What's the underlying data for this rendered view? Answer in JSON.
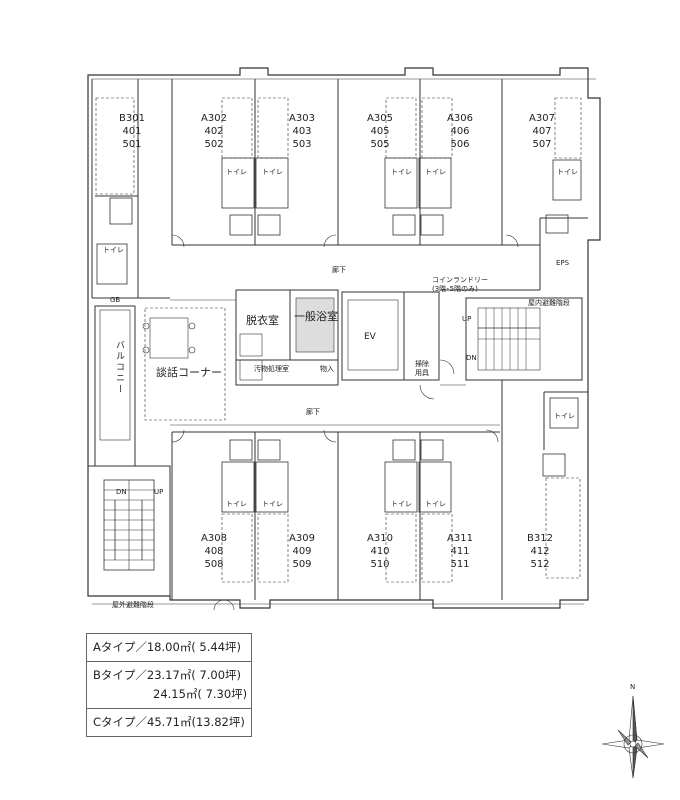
{
  "units": {
    "north_row": [
      {
        "type_unit": "B301",
        "floor4": "401",
        "floor5": "501"
      },
      {
        "type_unit": "A302",
        "floor4": "402",
        "floor5": "502"
      },
      {
        "type_unit": "A303",
        "floor4": "403",
        "floor5": "503"
      },
      {
        "type_unit": "A305",
        "floor4": "405",
        "floor5": "505"
      },
      {
        "type_unit": "A306",
        "floor4": "406",
        "floor5": "506"
      },
      {
        "type_unit": "A307",
        "floor4": "407",
        "floor5": "507"
      }
    ],
    "south_row": [
      {
        "type_unit": "A308",
        "floor4": "408",
        "floor5": "508"
      },
      {
        "type_unit": "A309",
        "floor4": "409",
        "floor5": "509"
      },
      {
        "type_unit": "A310",
        "floor4": "410",
        "floor5": "510"
      },
      {
        "type_unit": "A311",
        "floor4": "411",
        "floor5": "511"
      },
      {
        "type_unit": "B312",
        "floor4": "412",
        "floor5": "512"
      }
    ]
  },
  "labels": {
    "toilet": "トイレ",
    "corridor": "廊下",
    "eps": "EPS",
    "coin_laundry_line1": "コインランドリー",
    "coin_laundry_line2": "(3階･5階のみ)",
    "indoor_stairs": "屋内避難階段",
    "up": "UP",
    "dn": "DN",
    "gb": "GB",
    "balcony": "バルコニー",
    "lounge": "談話コーナー",
    "changing_room": "脱衣室",
    "public_bath": "一般浴室",
    "ev": "EV",
    "storage": "物入",
    "waste_room": "汚物処理室",
    "cleaning_supplies_line1": "掃除",
    "cleaning_supplies_line2": "用具",
    "outdoor_stairs": "屋外避難階段",
    "north": "N"
  },
  "legend": {
    "a_type": "Aタイプ／18.00㎡(  5.44坪)",
    "b_type_1": "Bタイプ／23.17㎡(  7.00坪)",
    "b_type_2": "24.15㎡(  7.30坪)",
    "c_type": "Cタイプ／45.71㎡(13.82坪)"
  }
}
